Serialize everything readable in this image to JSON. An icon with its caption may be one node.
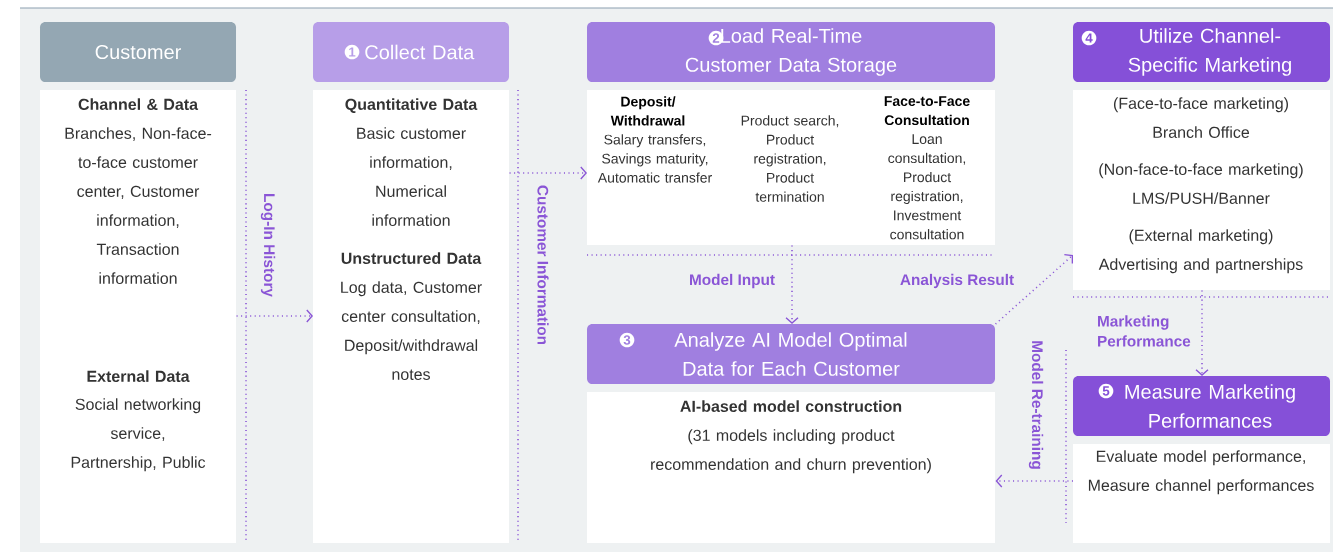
{
  "diagram": {
    "nodes": [
      {
        "text": [
          "Customer",
          "Channel & Data",
          "Branches, Non-face-to-face customer center, Customer information, Transaction information",
          "External Data",
          "Social networking service, Partnership, Public"
        ]
      },
      {
        "text": [
          "1",
          "Collect Data",
          "Quantitative Data",
          "Basic customer information, Numerical information",
          "Unstructured Data",
          "Log data, Customer center consultation, Deposit/withdrawal notes"
        ]
      },
      {
        "text": [
          "2",
          "Load Real-Time Customer Data Storage",
          "Deposit/ Withdrawal",
          "Salary transfers, Savings maturity, Automatic transfer",
          "Product search, Product registration, Product termination",
          "Face-to-Face Consultation",
          "Loan consultation, Product registration, Investment consultation"
        ]
      },
      {
        "text": [
          "3",
          "Analyze AI Model Optimal Data for Each Customer",
          "AI-based model construction",
          "(31 models  including product recommendation and churn prevention)"
        ]
      },
      {
        "text": [
          "4",
          "Utilize Channel-Specific Marketing",
          "(Face-to-face marketing)",
          "Branch Office",
          "(Non-face-to-face marketing)",
          "LMS/PUSH/Banner",
          "(External marketing)",
          "Advertising and partnerships"
        ]
      },
      {
        "text": [
          "5",
          "Measure Marketing Performances",
          "Evaluate model performance, Measure channel performances"
        ]
      }
    ],
    "edges": [
      {
        "from": 0,
        "to": 1,
        "arrow": "to",
        "label": "Log-In History"
      },
      {
        "from": 1,
        "to": 2,
        "arrow": "to",
        "label": "Customer Information"
      },
      {
        "from": 2,
        "to": 3,
        "arrow": "to",
        "label": "Model Input"
      },
      {
        "from": 3,
        "to": 4,
        "arrow": "to",
        "label": "Analysis Result"
      },
      {
        "from": 4,
        "to": 5,
        "arrow": "to",
        "label": "Marketing Performance"
      },
      {
        "from": 5,
        "to": 3,
        "arrow": "to",
        "label": "Model Re-training"
      }
    ]
  }
}
